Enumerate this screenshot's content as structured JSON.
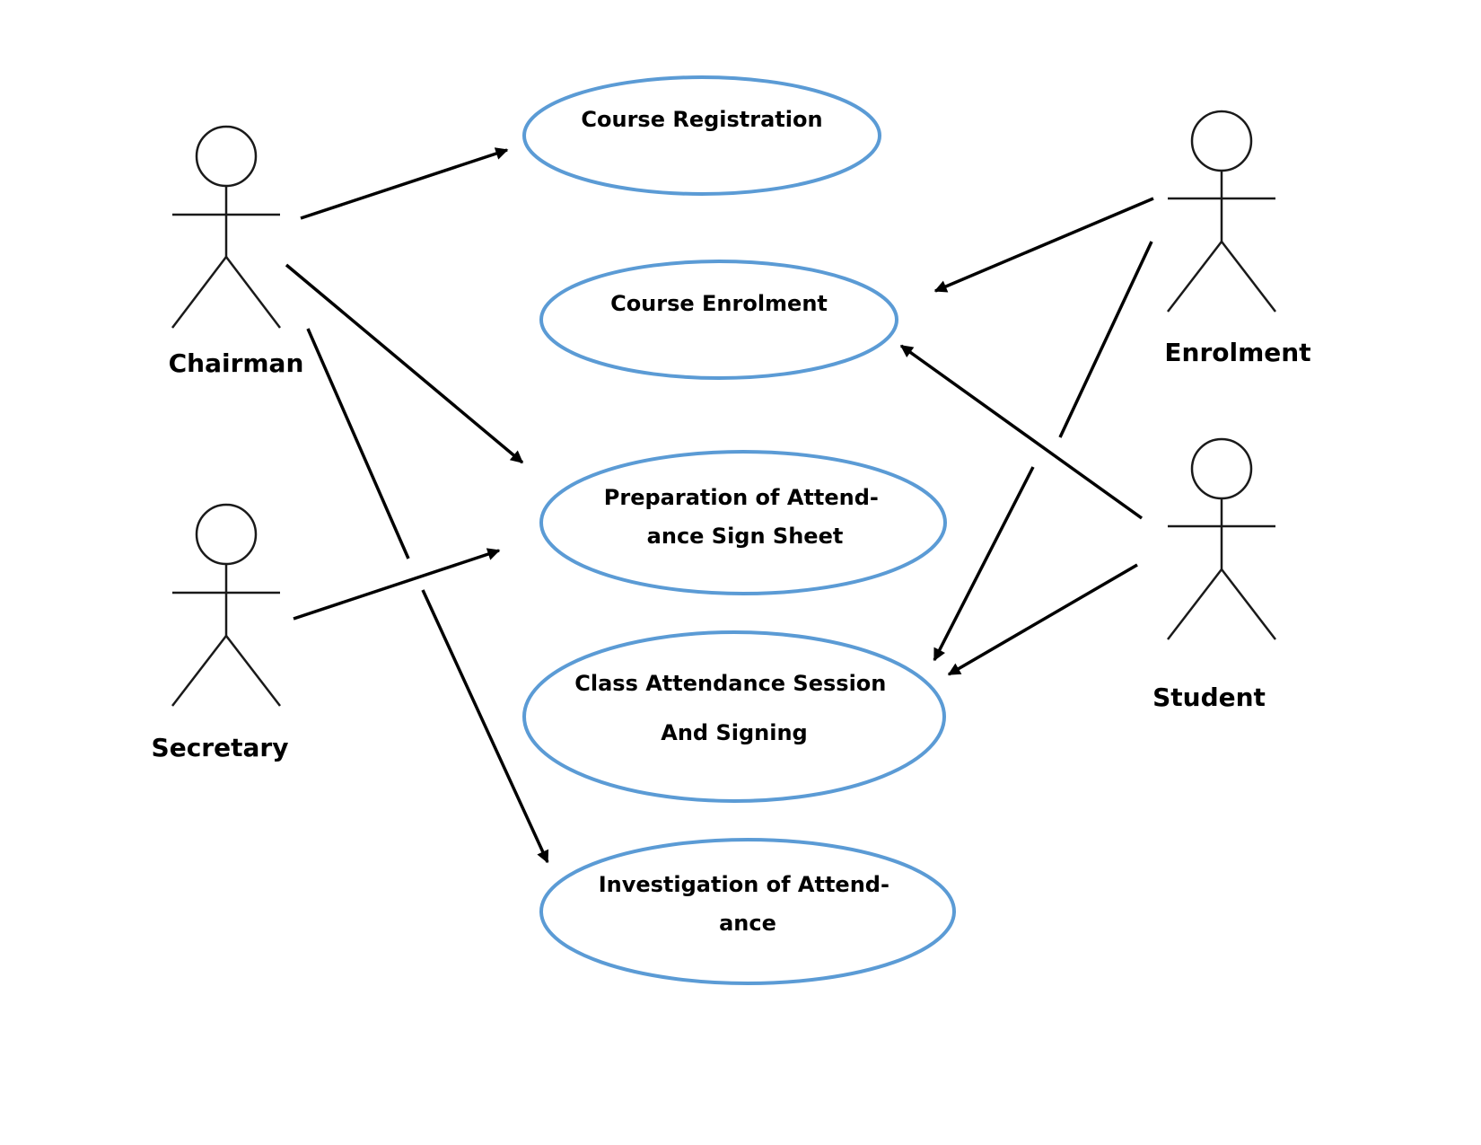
{
  "diagram": {
    "type": "use-case",
    "colors": {
      "usecase_border": "#5b9bd5",
      "actor": "#1a1a1a",
      "connector": "#000000",
      "text": "#000000"
    },
    "actors": [
      {
        "id": "chairman",
        "label": "Chairman"
      },
      {
        "id": "secretary",
        "label": "Secretary"
      },
      {
        "id": "enrolment",
        "label": "Enrolment"
      },
      {
        "id": "student",
        "label": "Student"
      }
    ],
    "use_cases": [
      {
        "id": "course-registration",
        "lines": [
          "Course Registration"
        ]
      },
      {
        "id": "course-enrolment",
        "lines": [
          "Course Enrolment"
        ]
      },
      {
        "id": "preparation",
        "lines": [
          "Preparation of Attend-",
          "ance Sign Sheet"
        ]
      },
      {
        "id": "class-attendance",
        "lines": [
          "Class Attendance Session",
          "And Signing"
        ]
      },
      {
        "id": "investigation",
        "lines": [
          "Investigation of Attend-",
          "ance"
        ]
      }
    ],
    "associations": [
      {
        "from": "chairman",
        "to": "course-registration"
      },
      {
        "from": "chairman",
        "to": "preparation"
      },
      {
        "from": "chairman",
        "to": "investigation"
      },
      {
        "from": "secretary",
        "to": "preparation"
      },
      {
        "from": "enrolment",
        "to": "course-enrolment"
      },
      {
        "from": "enrolment",
        "to": "class-attendance"
      },
      {
        "from": "student",
        "to": "course-enrolment"
      },
      {
        "from": "student",
        "to": "class-attendance"
      }
    ]
  }
}
